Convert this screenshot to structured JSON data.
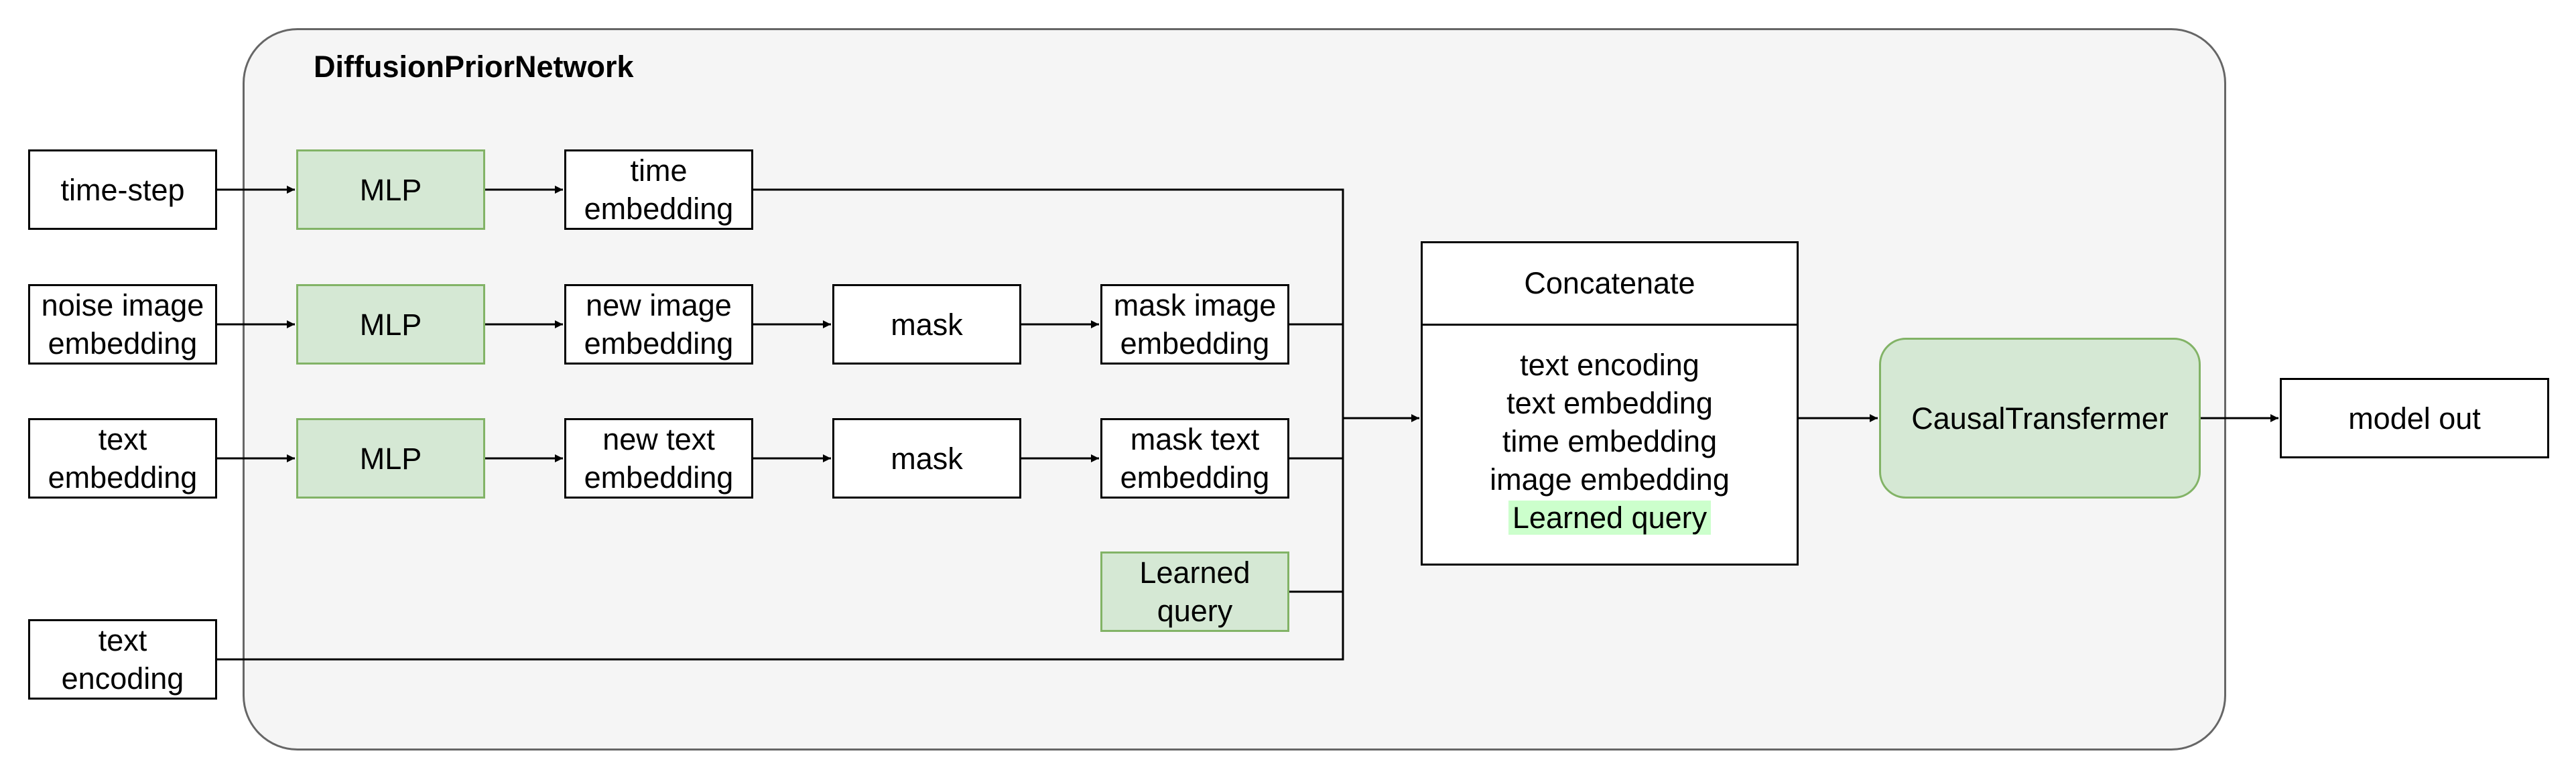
{
  "diagram": {
    "container_title": "DiffusionPriorNetwork",
    "inputs": {
      "time_step": "time-step",
      "noise_image_embedding": "noise image\nembedding",
      "text_embedding": "text\nembedding",
      "text_encoding": "text\nencoding"
    },
    "mlp_label": "MLP",
    "mask_label": "mask",
    "nodes": {
      "time_embedding": "time\nembedding",
      "new_image_embedding": "new image\nembedding",
      "new_text_embedding": "new text\nembedding",
      "mask_image_embedding": "mask image\nembedding",
      "mask_text_embedding": "mask text\nembedding",
      "learned_query": "Learned\nquery"
    },
    "concatenate": {
      "title": "Concatenate",
      "items": [
        "text encoding",
        "text embedding",
        "time embedding",
        "image embedding",
        "Learned query"
      ]
    },
    "causal_transformer": "CausalTransfermer",
    "output": "model out",
    "colors": {
      "green_fill": "#d5e8d4",
      "green_stroke": "#82b366",
      "container_fill": "#f5f5f5",
      "container_stroke": "#666666",
      "highlight": "#ccffcc"
    }
  }
}
